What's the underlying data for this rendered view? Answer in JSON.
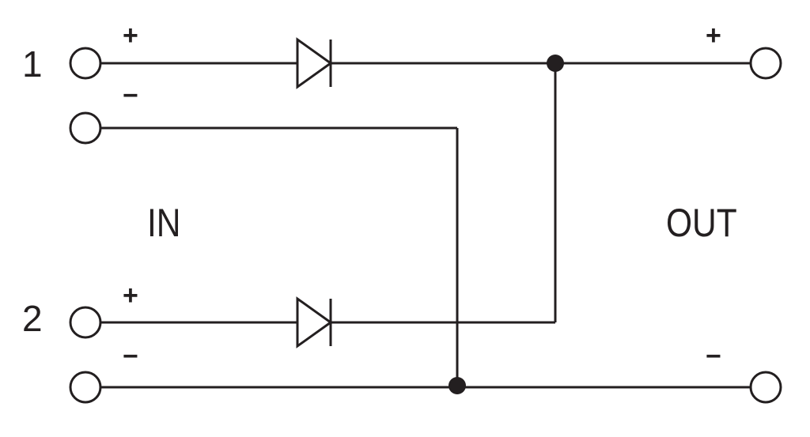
{
  "labels": {
    "input_1": "1",
    "input_2": "2",
    "in": "IN",
    "out": "OUT",
    "in1_plus": "+",
    "in1_minus": "−",
    "in2_plus": "+",
    "in2_minus": "−",
    "out_plus": "+",
    "out_minus": "−"
  },
  "colors": {
    "line": "#231f20",
    "background": "#ffffff"
  }
}
